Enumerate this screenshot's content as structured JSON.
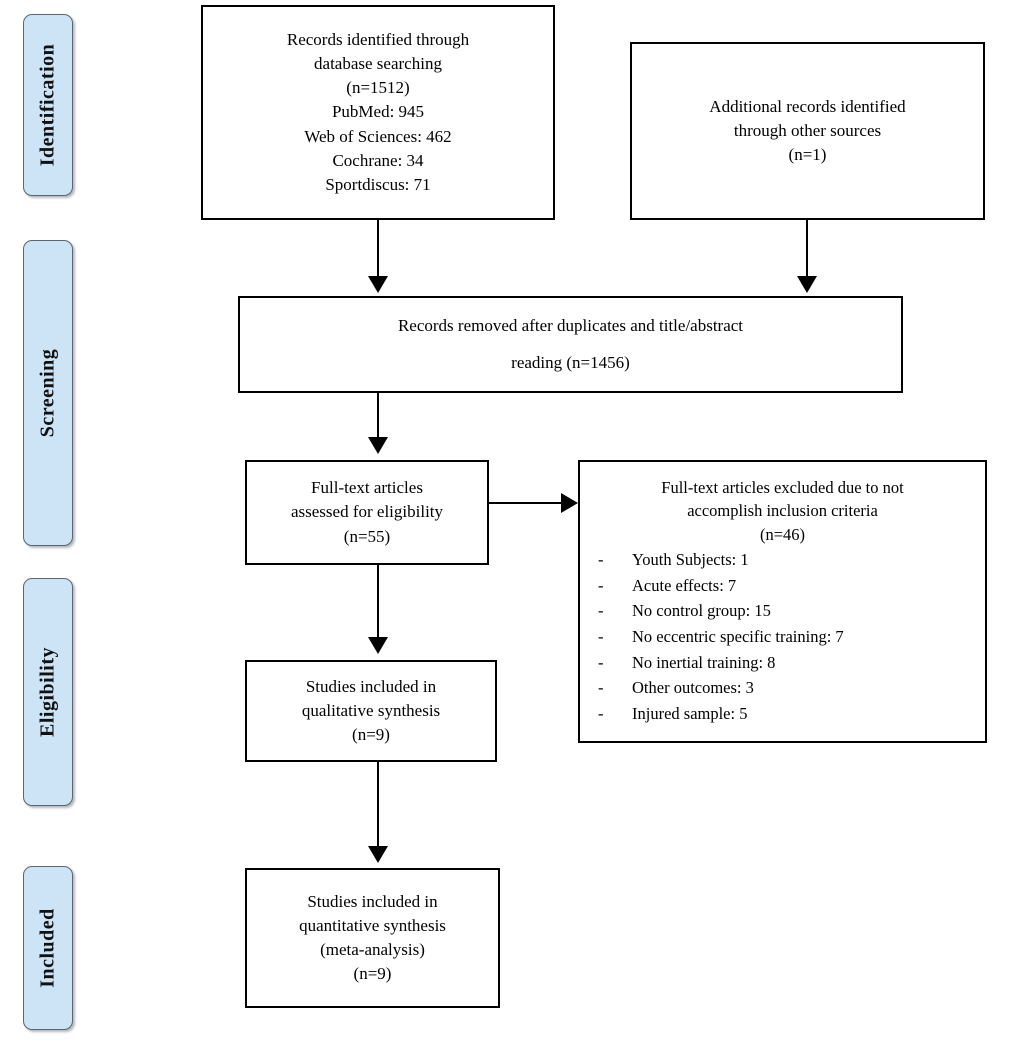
{
  "diagram": {
    "type": "prisma-flow-diagram",
    "stages": [
      {
        "id": "identification",
        "label": "Identification"
      },
      {
        "id": "screening",
        "label": "Screening"
      },
      {
        "id": "eligibility",
        "label": "Eligibility"
      },
      {
        "id": "included",
        "label": "Included"
      }
    ],
    "colors": {
      "stage_tab_fill": "#cde4f7",
      "stage_tab_border": "#5b6670",
      "box_border": "#000000",
      "box_fill": "#ffffff",
      "connector": "#000000"
    },
    "boxes": {
      "records_identified": {
        "lines": [
          "Records identified through",
          "database searching",
          "(n=1512)",
          "PubMed: 945",
          "Web of Sciences: 462",
          "Cochrane: 34",
          "Sportdiscus: 71"
        ]
      },
      "additional_records": {
        "lines": [
          "Additional records identified",
          "through other sources",
          "(n=1)"
        ]
      },
      "records_removed": {
        "lines": [
          "Records removed after duplicates and title/abstract",
          "reading (n=1456)"
        ]
      },
      "fulltext_assessed": {
        "lines": [
          "Full-text articles",
          "assessed for eligibility",
          "(n=55)"
        ]
      },
      "fulltext_excluded": {
        "heading": [
          "Full-text articles excluded due to not",
          "accomplish inclusion criteria",
          "(n=46)"
        ],
        "dash": "-",
        "reasons": [
          "Youth Subjects: 1",
          "Acute effects: 7",
          "No control group: 15",
          "No eccentric specific training: 7",
          "No inertial training: 8",
          "Other outcomes: 3",
          "Injured sample: 5"
        ]
      },
      "qualitative_synthesis": {
        "lines": [
          "Studies included in",
          "qualitative synthesis",
          "(n=9)"
        ]
      },
      "quantitative_synthesis": {
        "lines": [
          "Studies included in",
          "quantitative synthesis",
          "(meta-analysis)",
          "(n=9)"
        ]
      }
    },
    "counts": {
      "records_identified_total": 1512,
      "pubmed": 945,
      "web_of_sciences": 462,
      "cochrane": 34,
      "sportdiscus": 71,
      "additional_records": 1,
      "records_removed": 1456,
      "fulltext_assessed": 55,
      "fulltext_excluded": 46,
      "qualitative_synthesis": 9,
      "quantitative_synthesis": 9,
      "exclusion_reasons": {
        "youth_subjects": 1,
        "acute_effects": 7,
        "no_control_group": 15,
        "no_eccentric_specific_training": 7,
        "no_inertial_training": 8,
        "other_outcomes": 3,
        "injured_sample": 5
      }
    }
  }
}
